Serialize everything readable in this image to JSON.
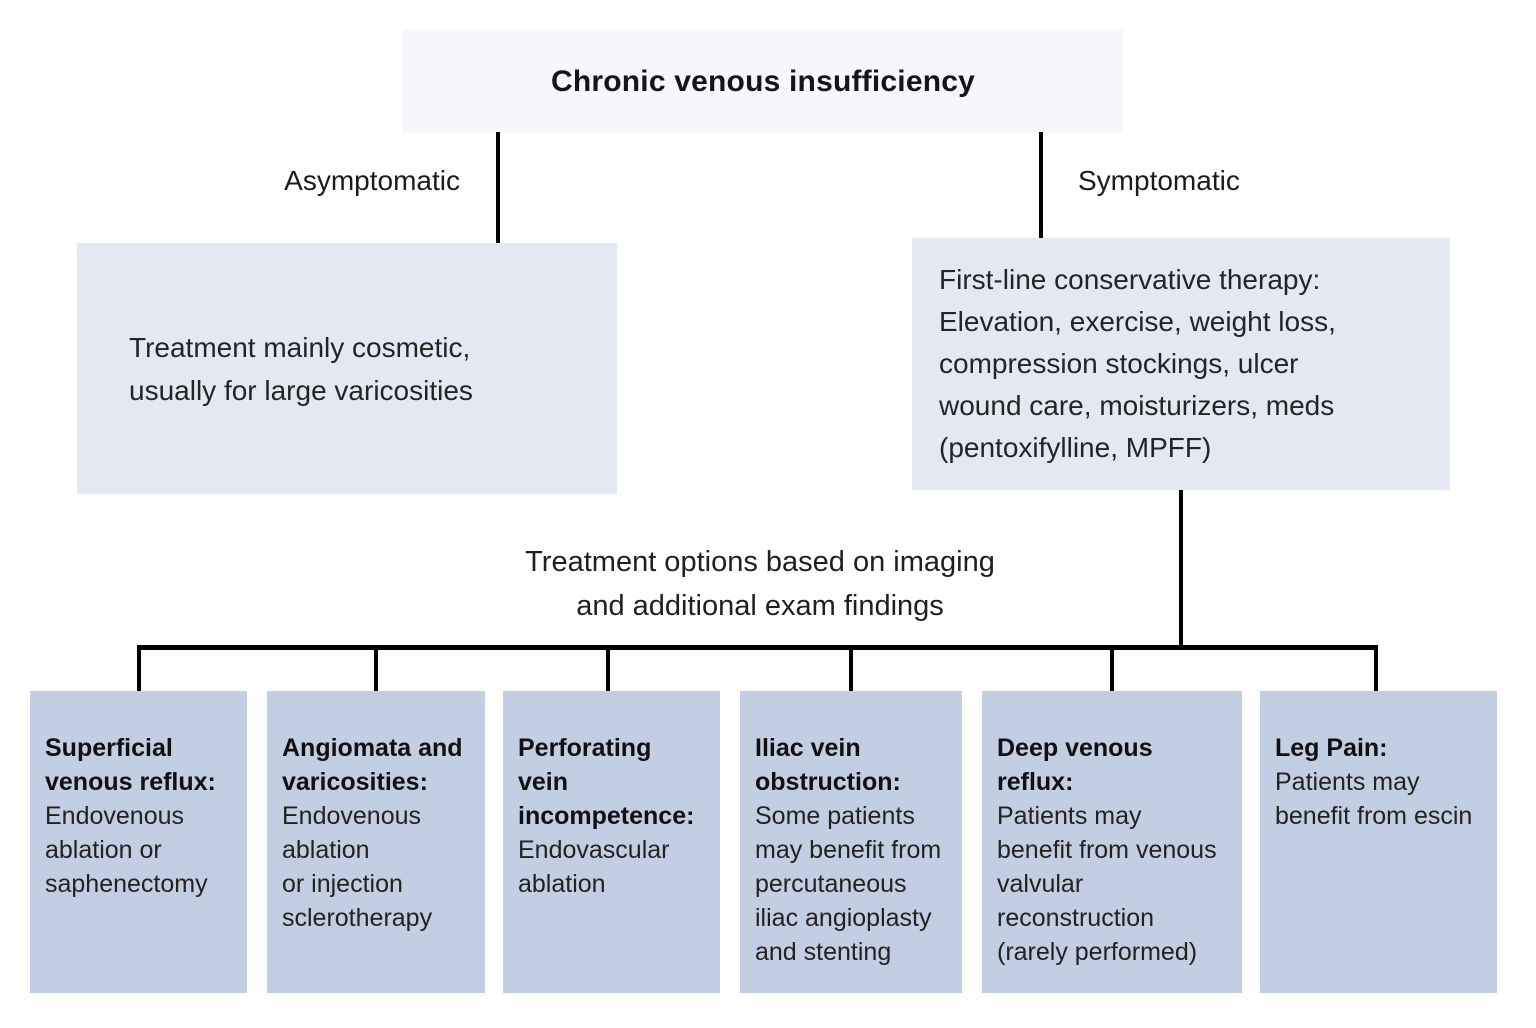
{
  "diagram": {
    "title": "Chronic venous insufficiency",
    "branch_labels": {
      "left": "Asymptomatic",
      "right": "Symptomatic"
    },
    "asymptomatic_box": "Treatment mainly cosmetic,\nusually for large varicosities",
    "symptomatic_box": "First-line conservative therapy:\nElevation, exercise, weight loss,\ncompression stockings, ulcer\nwound care, moisturizers, meds\n(pentoxifylline, MPFF)",
    "options_label": "Treatment options based on imaging\nand additional exam findings",
    "bottom_boxes": [
      {
        "title": "Superficial\nvenous reflux:",
        "body": "Endovenous\nablation or\nsaphenectomy"
      },
      {
        "title": "Angiomata and\nvaricosities:",
        "body": "Endovenous\nablation\nor injection\nsclerotherapy"
      },
      {
        "title": "Perforating vein\nincompetence:",
        "body": "Endovascular\nablation"
      },
      {
        "title": "Iliac vein\nobstruction:",
        "body": "Some patients\nmay benefit from\npercutaneous\niliac angioplasty\nand stenting"
      },
      {
        "title": "Deep venous\nreflux:",
        "body": "Patients may\nbenefit from venous\nvalvular\nreconstruction\n(rarely performed)"
      },
      {
        "title": "Leg Pain:",
        "body": "Patients may\nbenefit from escin"
      }
    ],
    "colors": {
      "title_box_bg": "#f5f7fb",
      "branch_box_bg": "#e3e8f2",
      "treatment_box_bg": "#c2cee1",
      "connector_line": "#000000",
      "text": "#1d1d1d"
    }
  }
}
